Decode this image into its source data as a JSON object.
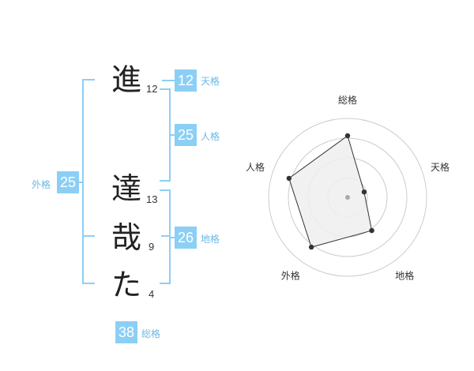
{
  "name": {
    "chars": [
      {
        "char": "進",
        "strokes": "12"
      },
      {
        "char": "達",
        "strokes": "13"
      },
      {
        "char": "哉",
        "strokes": "9"
      },
      {
        "char": "た",
        "strokes": "4"
      }
    ]
  },
  "kakusu": {
    "tenkaku": {
      "value": "12",
      "label": "天格"
    },
    "jinkaku": {
      "value": "25",
      "label": "人格"
    },
    "chikaku": {
      "value": "26",
      "label": "地格"
    },
    "gaikaku": {
      "value": "25",
      "label": "外格"
    },
    "soukaku": {
      "value": "38",
      "label": "総格"
    }
  },
  "chart_data": {
    "type": "radar",
    "axes": [
      "総格",
      "天格",
      "地格",
      "外格",
      "人格"
    ],
    "values": [
      0.78,
      0.22,
      0.52,
      0.78,
      0.78
    ],
    "rings": 4,
    "colors": {
      "fill": "#eeeeee",
      "line": "#333333",
      "ring": "#cccccc",
      "point": "#333333",
      "center": "#aaaaaa"
    }
  }
}
